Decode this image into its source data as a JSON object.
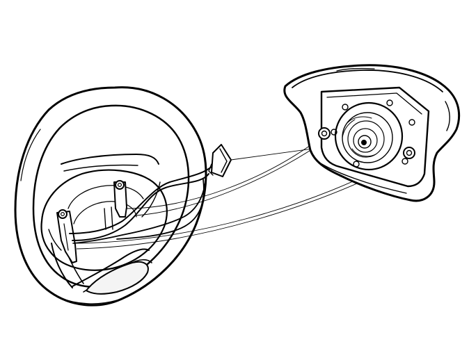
{
  "diagram": {
    "background": "#ffffff",
    "ink": "#000000",
    "shade": "#f4f4f4",
    "parts": [
      "steering-wheel",
      "airbag-module",
      "connector-plug",
      "mounting-bolts",
      "wire-harness",
      "leader-lines"
    ]
  }
}
